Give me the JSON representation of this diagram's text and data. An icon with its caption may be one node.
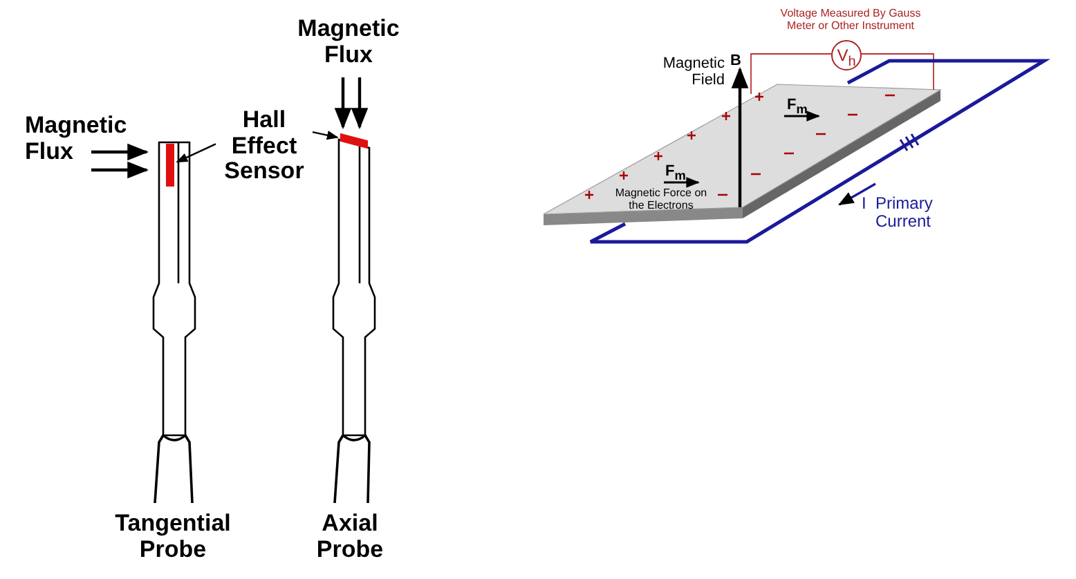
{
  "diagram": {
    "nodes": [
      {
        "text": [
          "Hall Effect Sensor"
        ]
      },
      {
        "text": [],
        "shape": "bar"
      },
      {
        "text": [],
        "shape": "bar"
      },
      {
        "text": [
          "V$_{h}$"
        ]
      }
    ],
    "edges": [
      {
        "from": 0,
        "to": 1,
        "arrow": "to"
      },
      {
        "from": 0,
        "to": 2,
        "arrow": "to"
      }
    ],
    "labels": [
      "Magnetic Flux",
      "Magnetic Flux",
      "Tangential Probe",
      "Axial Probe",
      "Voltage Measured By Gauss Meter or Other Instrument",
      "Magnetic Field",
      "B",
      "F$_{m}$",
      "F$_{m}$",
      "Magnetic Force on the Electrons",
      "I",
      "Primary Current"
    ]
  }
}
